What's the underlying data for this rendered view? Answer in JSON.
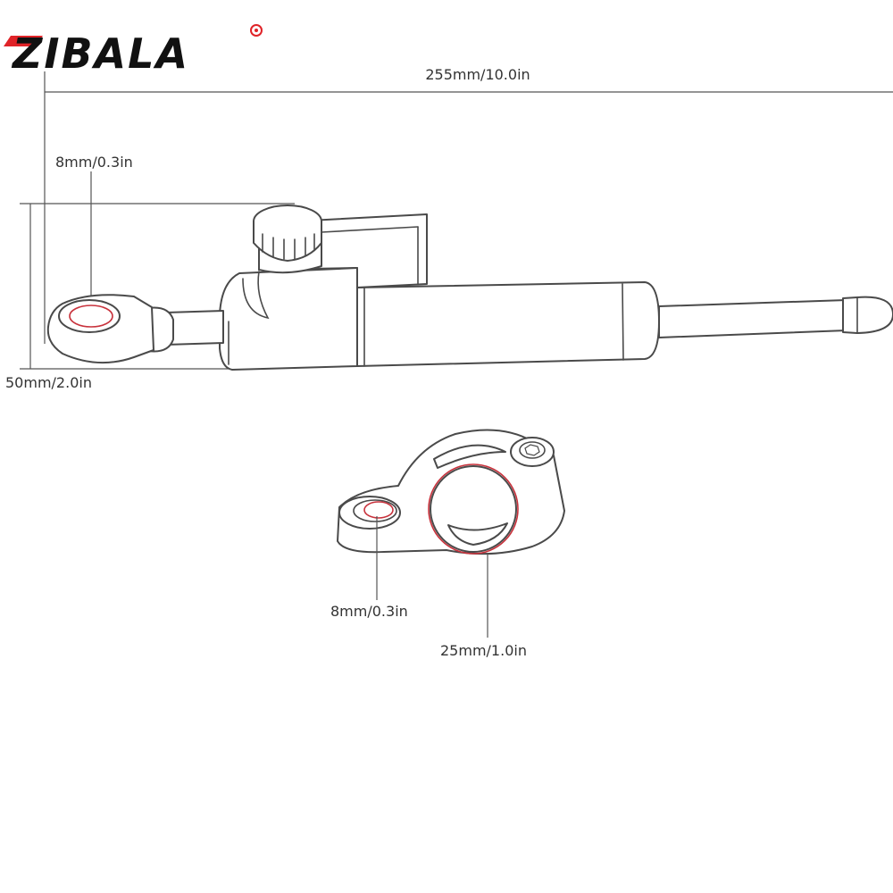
{
  "brand": {
    "name": "ZIBALA",
    "accent_color": "#e02328",
    "text_color": "#111111"
  },
  "damper_view": {
    "overall_length_label": "255mm/10.0in",
    "eye_hole_label": "8mm/0.3in",
    "height_label": "50mm/2.0in"
  },
  "clamp_view": {
    "bolt_hole_label": "8mm/0.3in",
    "bore_label": "25mm/1.0in"
  },
  "colors": {
    "outline": "#4a4a4a",
    "hole_highlight": "#c8323c"
  }
}
